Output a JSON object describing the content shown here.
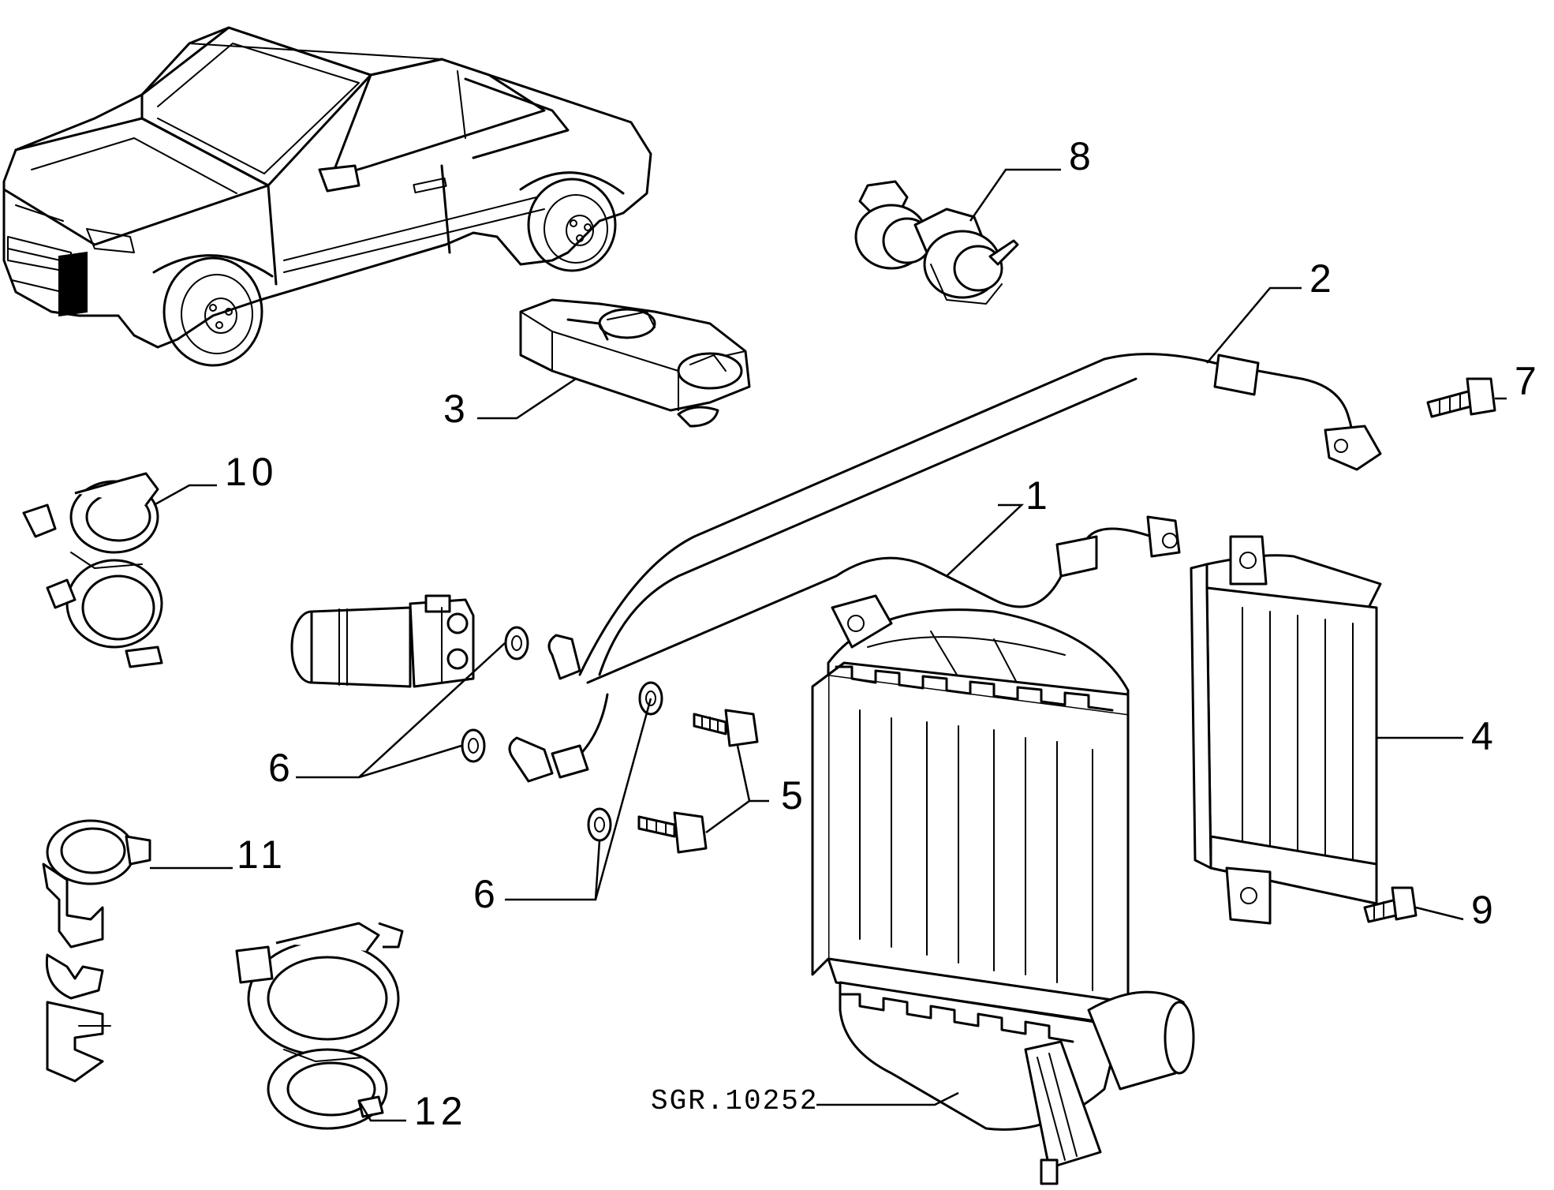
{
  "callouts": {
    "c1": "1",
    "c2": "2",
    "c3": "3",
    "c4": "4",
    "c5": "5",
    "c6a": "6",
    "c6b": "6",
    "c7": "7",
    "c8": "8",
    "c9": "9",
    "c10": "10",
    "c11": "11",
    "c12": "12"
  },
  "drawing_ref": "SGR.10252"
}
